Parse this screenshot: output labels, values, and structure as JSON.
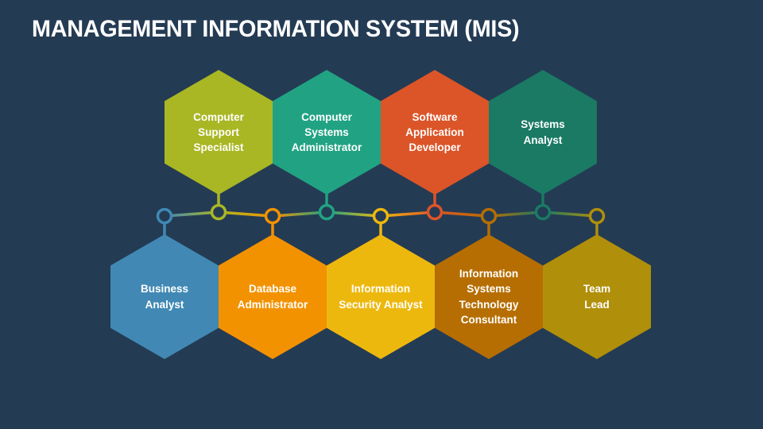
{
  "slide": {
    "title": "MANAGEMENT INFORMATION SYSTEM (MIS)"
  },
  "colors": {
    "background": "#243B54",
    "title_text": "#FFFFFF",
    "label_text": "#FFFFFF"
  },
  "roles_top": [
    {
      "label": "Computer\nSupport\nSpecialist",
      "color": "#A9B724"
    },
    {
      "label": "Computer\nSystems\nAdministrator",
      "color": "#21A383"
    },
    {
      "label": "Software\nApplication\nDeveloper",
      "color": "#DC5528"
    },
    {
      "label": "Systems\nAnalyst",
      "color": "#1A7A64"
    }
  ],
  "roles_bottom": [
    {
      "label": "Business\nAnalyst",
      "color": "#4189B4"
    },
    {
      "label": "Database\nAdministrator",
      "color": "#F39200"
    },
    {
      "label": "Information\nSecurity Analyst",
      "color": "#EDB80E"
    },
    {
      "label": "Information\nSystems\nTechnology\nConsultant",
      "color": "#B66E02"
    },
    {
      "label": "Team\nLead",
      "color": "#B08F0A"
    }
  ]
}
